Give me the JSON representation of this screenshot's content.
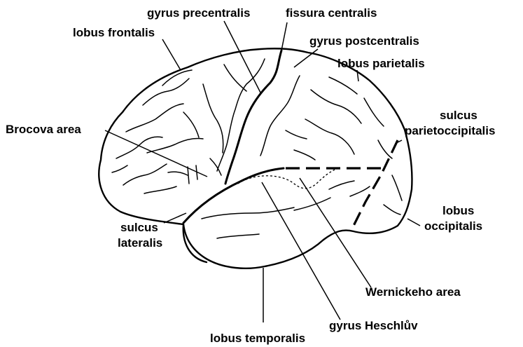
{
  "labels": {
    "gyrus_precentralis": "gyrus precentralis",
    "fissura_centralis": "fissura centralis",
    "lobus_frontalis": "lobus frontalis",
    "gyrus_postcentralis": "gyrus postcentralis",
    "lobus_parietalis": "lobus parietalis",
    "brocova_area": "Brocova area",
    "sulcus_parietoccipitalis_line1": "sulcus",
    "sulcus_parietoccipitalis_line2": "parietoccipitalis",
    "lobus_occipitalis_line1": "lobus",
    "lobus_occipitalis_line2": "occipitalis",
    "sulcus_lateralis_line1": "sulcus",
    "sulcus_lateralis_line2": "lateralis",
    "wernickeho_area": "Wernickeho area",
    "gyrus_heschluv": "gyrus Heschlův",
    "lobus_temporalis": "lobus temporalis"
  },
  "colors": {
    "stroke": "#000000",
    "background": "#ffffff"
  }
}
